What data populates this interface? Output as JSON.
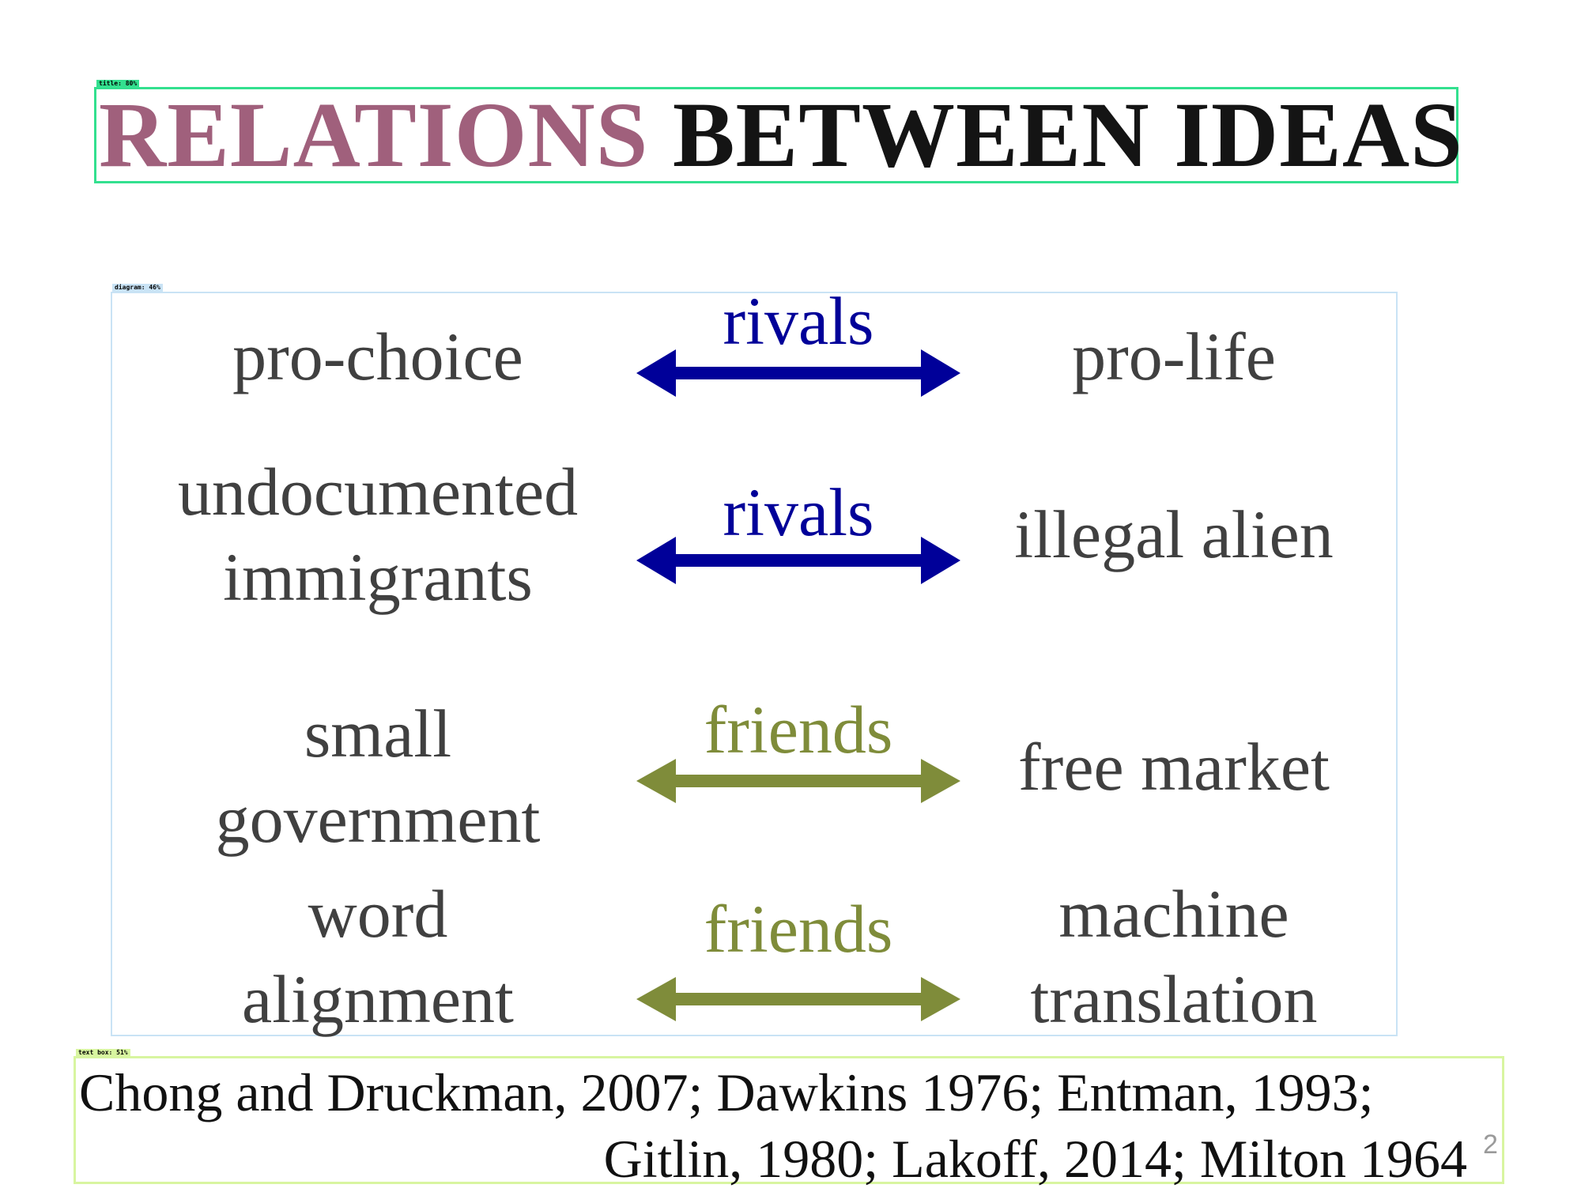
{
  "overlays": {
    "title_tag": "title: 80%",
    "diagram_tag": "diagram: 46%",
    "textbox_tag": "text box: 51%"
  },
  "title": {
    "accent": "RELATIONS",
    "rest": "BETWEEN IDEAS"
  },
  "colors": {
    "title_accent": "#a0607c",
    "rivals": "#000099",
    "friends": "#7f8c3a",
    "term_text": "#404040"
  },
  "relations": [
    {
      "left": [
        "pro-choice"
      ],
      "label": "rivals",
      "right": [
        "pro-life"
      ]
    },
    {
      "left": [
        "undocumented",
        "immigrants"
      ],
      "label": "rivals",
      "right": [
        "illegal alien"
      ]
    },
    {
      "left": [
        "small",
        "government"
      ],
      "label": "friends",
      "right": [
        "free market"
      ]
    },
    {
      "left": [
        "word",
        "alignment"
      ],
      "label": "friends",
      "right": [
        "machine",
        "translation"
      ]
    }
  ],
  "citation": {
    "line1": "Chong and Druckman, 2007; Dawkins 1976; Entman, 1993;",
    "line2": "Gitlin, 1980; Lakoff, 2014; Milton 1964"
  },
  "page_number": "2"
}
